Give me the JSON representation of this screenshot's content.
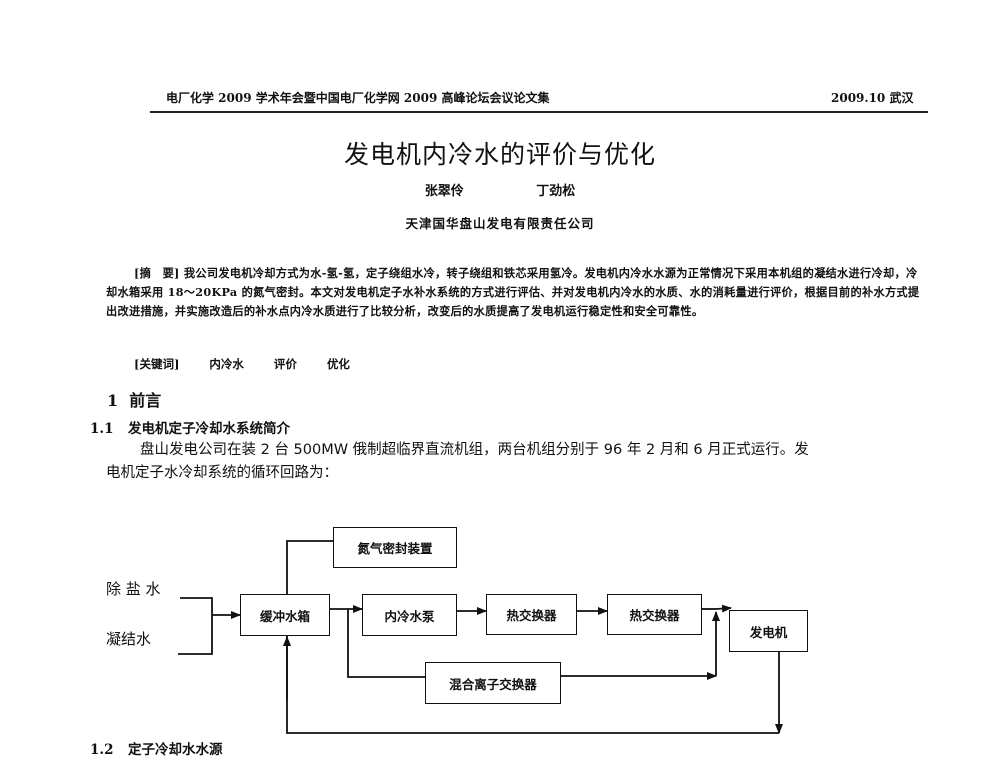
{
  "header": {
    "left": "电厂化学 2009 学术年会暨中国电厂化学网 2009 高峰论坛会议论文集",
    "right": "2009.10 武汉"
  },
  "paper": {
    "title": "发电机内冷水的评价与优化",
    "authors": [
      "张翠伶",
      "丁劲松"
    ],
    "affiliation": "天津国华盘山发电有限责任公司",
    "abstract_label": "[摘　要]",
    "abstract_text": "我公司发电机冷却方式为水-氢-氢，定子绕组水冷，转子绕组和铁芯采用氢冷。发电机内冷水水源为正常情况下采用本机组的凝结水进行冷却，冷却水箱采用 18～20KPa 的氮气密封。本文对发电机定子水补水系统的方式进行评估、并对发电机内冷水的水质、水的消耗量进行评价，根据目前的补水方式提出改进措施，并实施改造后的补水点内冷水质进行了比较分析，改变后的水质提高了发电机运行稳定性和安全可靠性。",
    "keywords_label": "[关键词]",
    "keywords": [
      "内冷水",
      "评价",
      "优化"
    ]
  },
  "sections": {
    "s1": {
      "num": "1",
      "title": "前言"
    },
    "s1_1": {
      "num": "1.1",
      "title": "发电机定子冷却水系统简介"
    },
    "s1_1_para_line1": "盘山发电公司在装 2 台 500MW 俄制超临界直流机组，两台机组分别于 96 年 2 月和 6 月正式运行。发",
    "s1_1_para_line2": "电机定子水冷却系统的循环回路为：",
    "s1_2": {
      "num": "1.2",
      "title": "定子冷却水水源"
    }
  },
  "diagram": {
    "inputs": [
      "除 盐 水",
      "凝结水"
    ],
    "boxes": {
      "nitrogen_seal": "氮气密封装置",
      "buffer_tank": "缓冲水箱",
      "cooling_pump": "内冷水泵",
      "heat_exchanger_1": "热交换器",
      "heat_exchanger_2": "热交换器",
      "generator": "发电机",
      "mixed_ion_exchanger": "混合离子交换器"
    }
  }
}
